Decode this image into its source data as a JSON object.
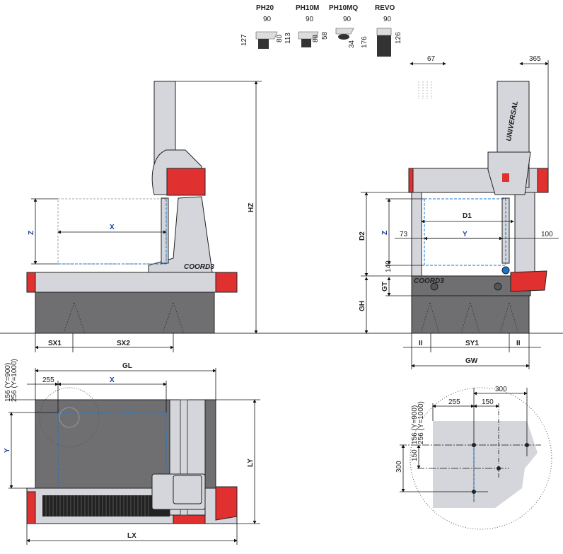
{
  "probe_heads": [
    {
      "name": "PH20",
      "width": "90",
      "height_total": "127",
      "height_body": "80"
    },
    {
      "name": "PH10M",
      "width": "90",
      "height_total": "113",
      "height_body": "88"
    },
    {
      "name": "PH10MQ",
      "width": "90",
      "height_total": "58",
      "height_body": "34"
    },
    {
      "name": "REVO",
      "width": "90",
      "height_total": "176",
      "height_body": "126"
    }
  ],
  "front_view": {
    "z": "Z",
    "x": "X",
    "hz": "HZ",
    "sx1": "SX1",
    "sx2": "SX2",
    "logo": "COORD3"
  },
  "side_view": {
    "d1": "D1",
    "d2": "D2",
    "z": "Z",
    "y": "Y",
    "gt": "GT",
    "gh": "GH",
    "gw": "GW",
    "sy1": "SY1",
    "ii_left": "II",
    "ii_right": "II",
    "off_left": "73",
    "off_right": "100",
    "off_bottom": "140",
    "top_left": "67",
    "top_right": "365",
    "column_text": "UNIVERSAL",
    "logo": "COORD3"
  },
  "top_view": {
    "gl": "GL",
    "x": "X",
    "y": "Y",
    "ly": "LY",
    "lx": "LX",
    "off_x": "255",
    "off_y1": "156 (Y=900)",
    "off_y2": "256 (Y=1000)"
  },
  "detail": {
    "d300_top": "300",
    "d255": "255",
    "d150_top": "150",
    "d150_side": "150",
    "d300_side": "300",
    "off_y1": "156 (Y=900)",
    "off_y2": "256 (Y=1000)"
  },
  "colors": {
    "accent_red": "#e03030",
    "granite": "#6f6f72",
    "frame": "#d5d6db",
    "measure_blue": "#1b74c9"
  }
}
